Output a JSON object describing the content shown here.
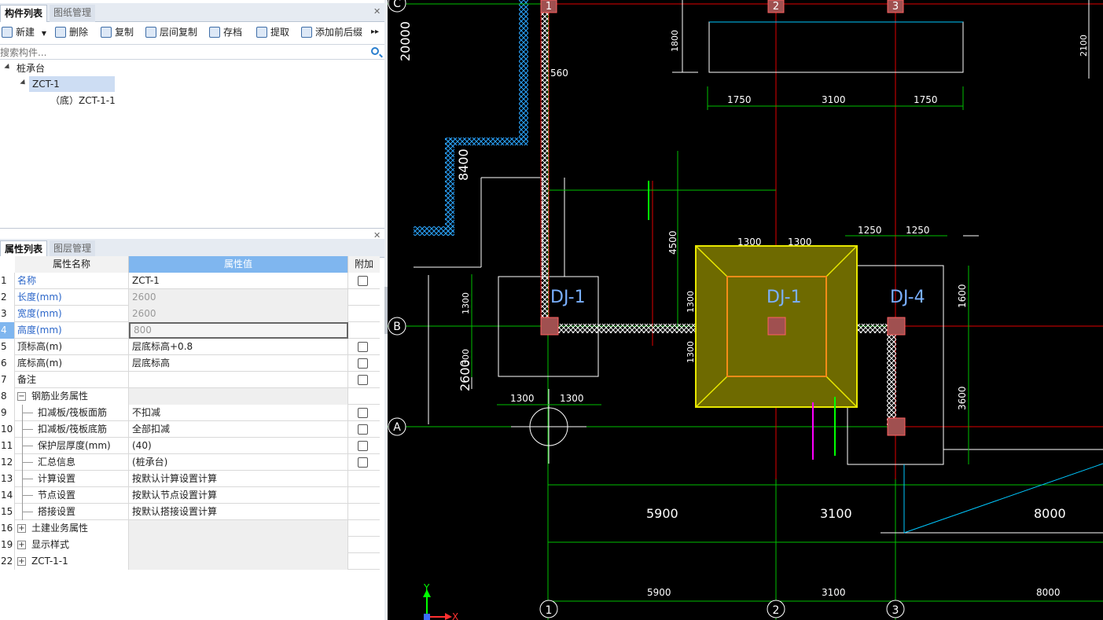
{
  "component_panel": {
    "tabs": [
      {
        "label": "构件列表",
        "active": true
      },
      {
        "label": "图纸管理",
        "active": false
      }
    ],
    "toolbar": [
      {
        "label": "新建",
        "icon": "new-icon",
        "has_dropdown": true
      },
      {
        "label": "删除",
        "icon": "delete-icon"
      },
      {
        "label": "复制",
        "icon": "copy-icon"
      },
      {
        "label": "层间复制",
        "icon": "layer-copy-icon"
      },
      {
        "label": "存档",
        "icon": "archive-icon"
      },
      {
        "label": "提取",
        "icon": "extract-icon"
      },
      {
        "label": "添加前后缀",
        "icon": "add-affix-icon"
      }
    ],
    "search_placeholder": "搜索构件...",
    "tree": {
      "root": "桩承台",
      "child": "ZCT-1",
      "leaf": "（底）ZCT-1-1"
    }
  },
  "property_panel": {
    "tabs": [
      {
        "label": "属性列表",
        "active": true
      },
      {
        "label": "图层管理",
        "active": false
      }
    ],
    "headers": {
      "name": "属性名称",
      "value": "属性值",
      "extra": "附加"
    },
    "rows": [
      {
        "num": "1",
        "name": "名称",
        "value": "ZCT-1",
        "name_color": "blue",
        "checkbox": true
      },
      {
        "num": "2",
        "name": "长度(mm)",
        "value": "2600",
        "name_color": "blue",
        "value_gray": true,
        "checkbox": false
      },
      {
        "num": "3",
        "name": "宽度(mm)",
        "value": "2600",
        "name_color": "blue",
        "value_gray": true,
        "checkbox": false
      },
      {
        "num": "4",
        "name": "高度(mm)",
        "value": "800",
        "name_color": "blue",
        "value_gray": true,
        "checkbox": false,
        "selected": true
      },
      {
        "num": "5",
        "name": "顶标高(m)",
        "value": "层底标高+0.8",
        "checkbox": true
      },
      {
        "num": "6",
        "name": "底标高(m)",
        "value": "层底标高",
        "checkbox": true
      },
      {
        "num": "7",
        "name": "备注",
        "value": "",
        "checkbox": true
      },
      {
        "num": "8",
        "name": "钢筋业务属性",
        "value": "",
        "group": "minus"
      },
      {
        "num": "9",
        "name": "扣减板/筏板面筋",
        "value": "不扣减",
        "indent": true,
        "checkbox": true
      },
      {
        "num": "10",
        "name": "扣减板/筏板底筋",
        "value": "全部扣减",
        "indent": true,
        "checkbox": true
      },
      {
        "num": "11",
        "name": "保护层厚度(mm)",
        "value": "(40)",
        "indent": true,
        "checkbox": true
      },
      {
        "num": "12",
        "name": "汇总信息",
        "value": "(桩承台)",
        "indent": true,
        "checkbox": true
      },
      {
        "num": "13",
        "name": "计算设置",
        "value": "按默认计算设置计算",
        "indent": true
      },
      {
        "num": "14",
        "name": "节点设置",
        "value": "按默认节点设置计算",
        "indent": true
      },
      {
        "num": "15",
        "name": "搭接设置",
        "value": "按默认搭接设置计算",
        "indent": true
      },
      {
        "num": "16",
        "name": "土建业务属性",
        "value": "",
        "group": "plus"
      },
      {
        "num": "19",
        "name": "显示样式",
        "value": "",
        "group": "plus"
      },
      {
        "num": "22",
        "name": "ZCT-1-1",
        "value": "",
        "group": "plus"
      }
    ]
  },
  "cad": {
    "axes_x": [
      "1",
      "2",
      "3"
    ],
    "axes_y": [
      "C",
      "B",
      "A"
    ],
    "labels": {
      "dj1_left": "DJ-1",
      "dj1_center": "DJ-1",
      "dj4": "DJ-4",
      "d20000": "20000",
      "d8400": "8400",
      "d2600": "2600",
      "d560": "560",
      "d1800": "1800",
      "d2100": "2100",
      "d1750a": "1750",
      "d3100a": "3100",
      "d1750b": "1750",
      "d4500": "4500",
      "d1300a": "1300",
      "d1300b": "1300",
      "d1250a": "1250",
      "d1250b": "1250",
      "d1300c": "1300",
      "d1300d": "1300",
      "d1300e": "1300",
      "d1300f": "1300",
      "d1300g": "1300",
      "d300": "300",
      "d1600": "1600",
      "d3600": "3600",
      "big5900": "5900",
      "big3100": "3100",
      "big8000": "8000",
      "s5900": "5900",
      "s3100": "3100",
      "s8000": "8000",
      "ucs_y": "Y",
      "ucs_x": "X"
    },
    "colors": {
      "background": "#000000",
      "axis_green": "#00c000",
      "red": "#e00000",
      "cap_yellow": "#c8c800",
      "cap_fill": "#6e6a00",
      "cyan": "#00c8ff",
      "white": "#ffffff",
      "magenta": "#ff00ff"
    }
  }
}
